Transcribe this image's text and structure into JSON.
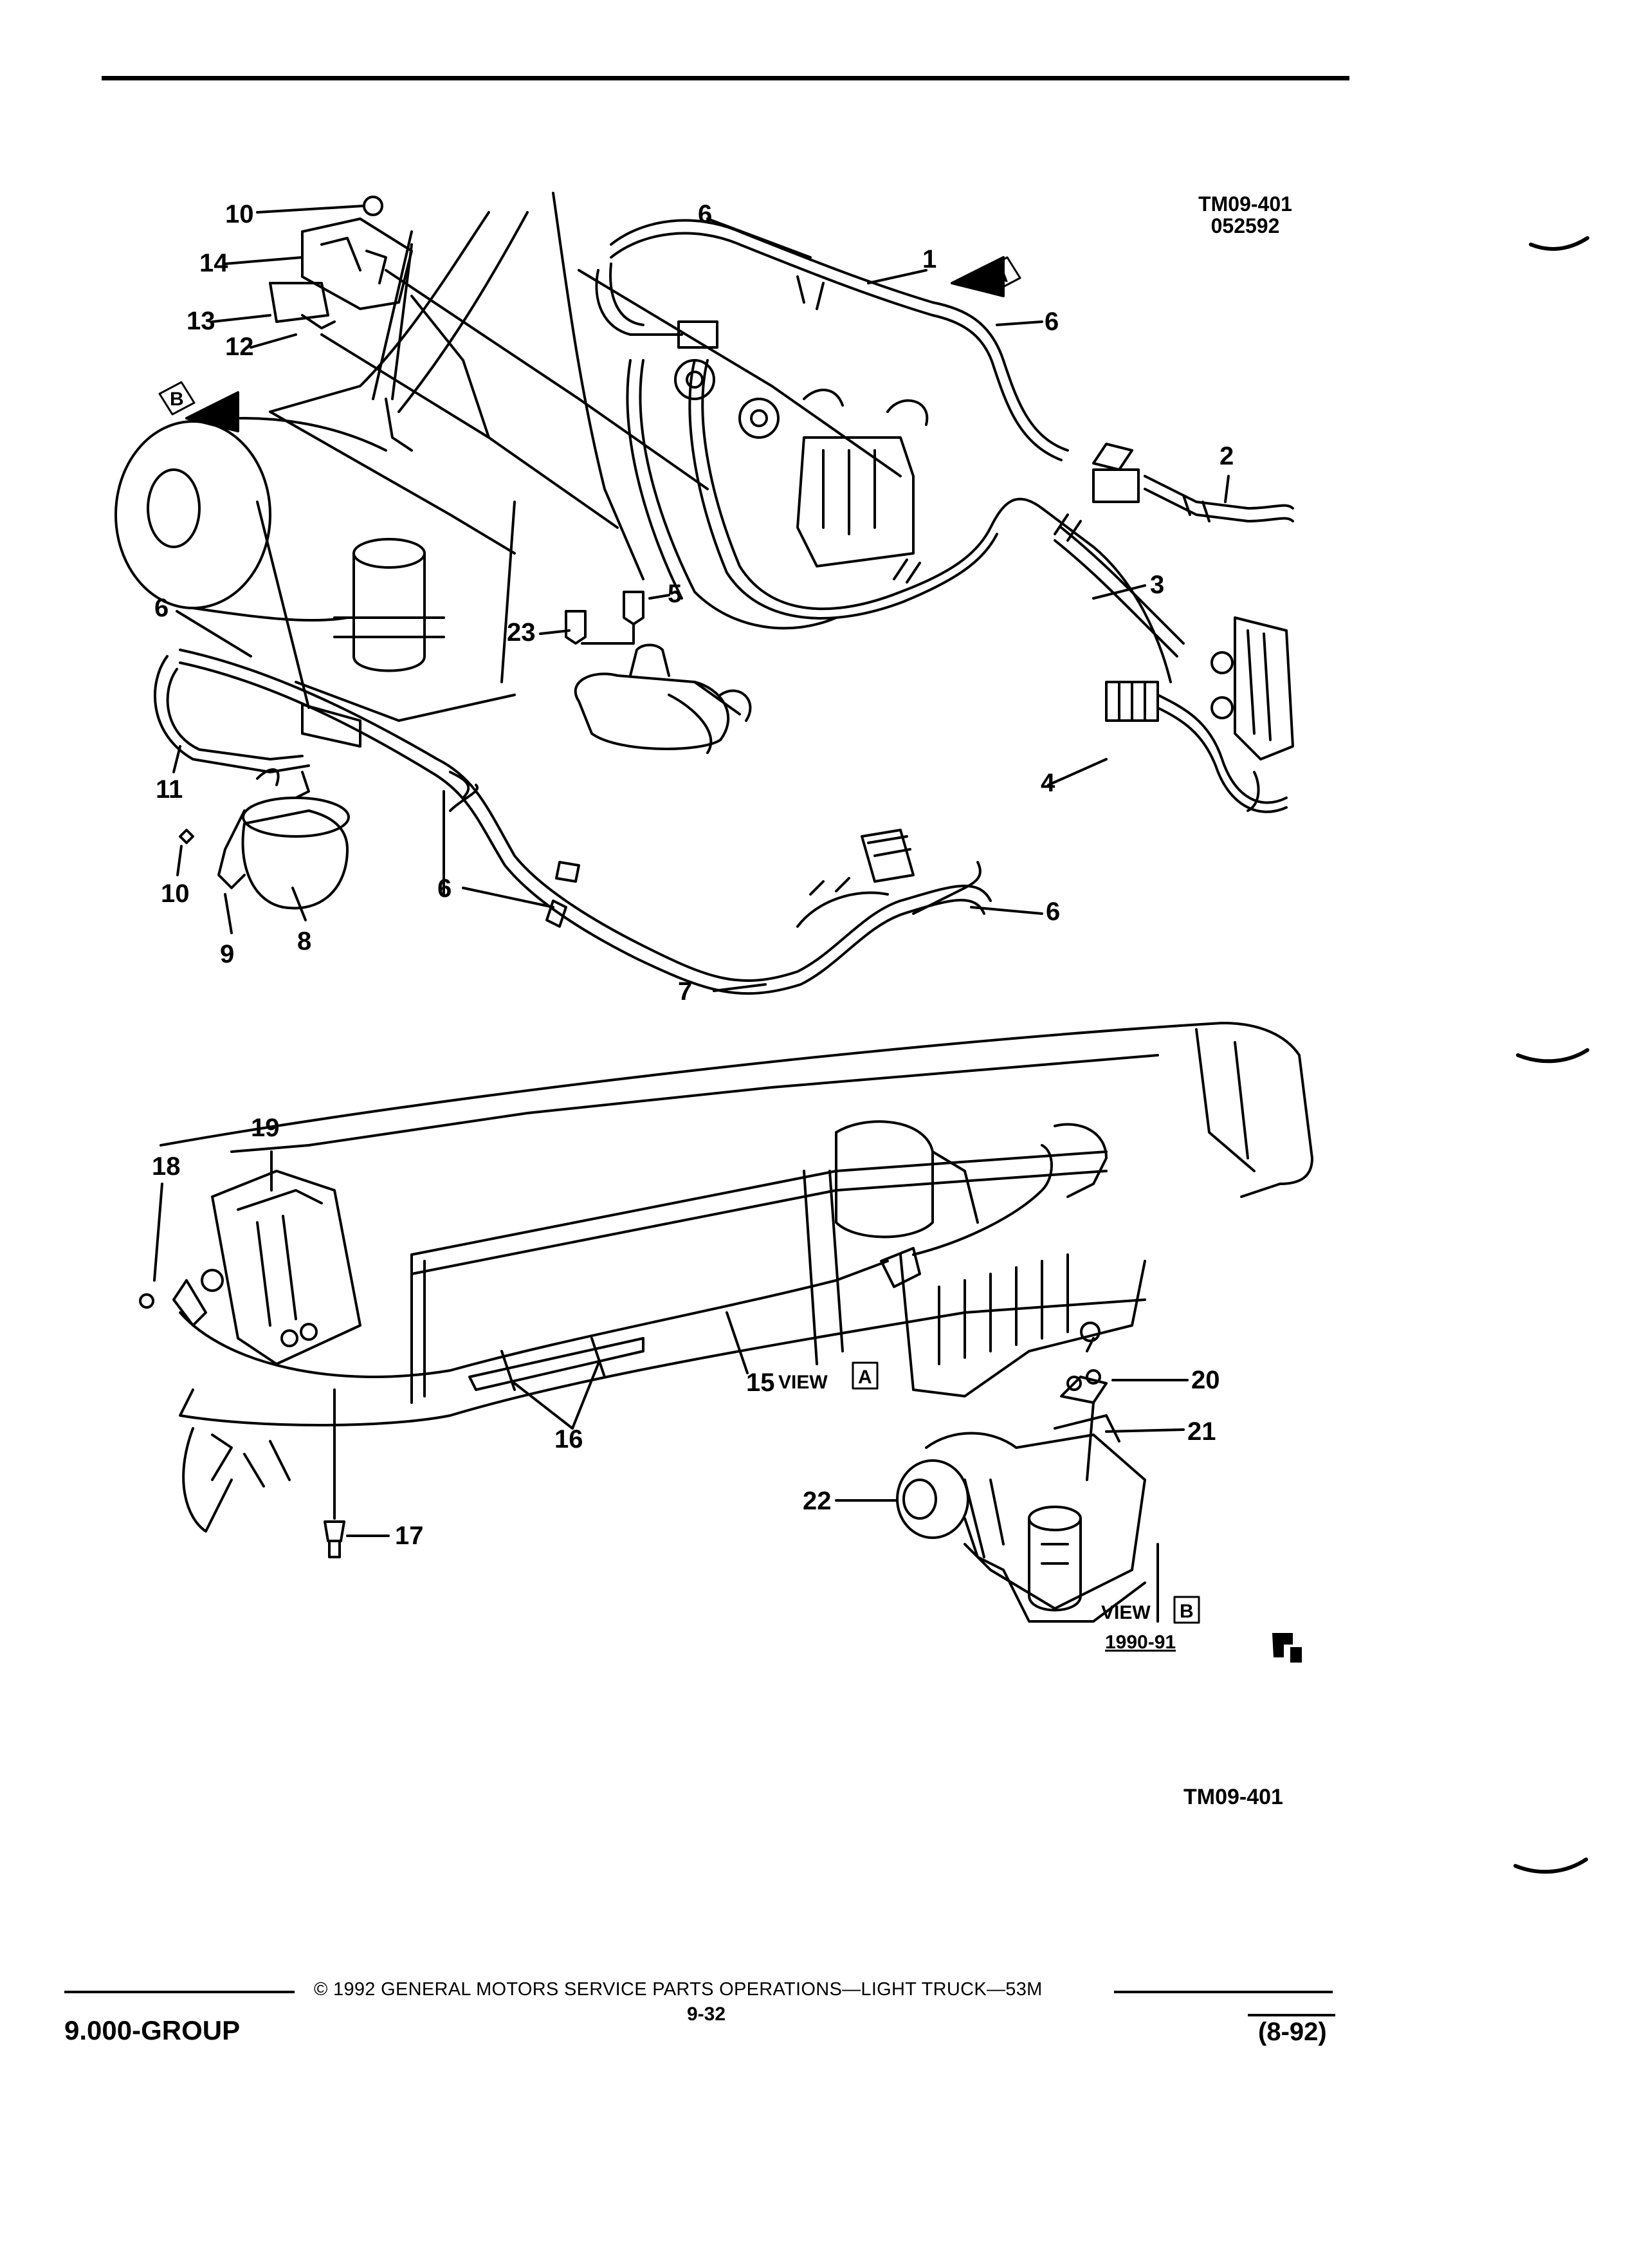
{
  "header": {
    "ref_code": "TM09-401",
    "ref_date": "052592"
  },
  "views": {
    "view_a_label": "VIEW",
    "view_a_letter": "A",
    "view_b_label": "VIEW",
    "view_b_letter": "B",
    "view_b_years": "1990-91",
    "arrow_a_letter": "A",
    "arrow_b_letter": "B"
  },
  "callouts": [
    "1",
    "2",
    "3",
    "4",
    "5",
    "6",
    "7",
    "8",
    "9",
    "10",
    "11",
    "12",
    "13",
    "14",
    "15",
    "16",
    "17",
    "18",
    "19",
    "20",
    "21",
    "22",
    "23"
  ],
  "figure_code": "TM09-401",
  "footer": {
    "group": "9.000-GROUP",
    "copyright": "© 1992 GENERAL MOTORS SERVICE PARTS OPERATIONS—LIGHT TRUCK—53M",
    "page_number": "9-32",
    "date": "(8-92)"
  }
}
